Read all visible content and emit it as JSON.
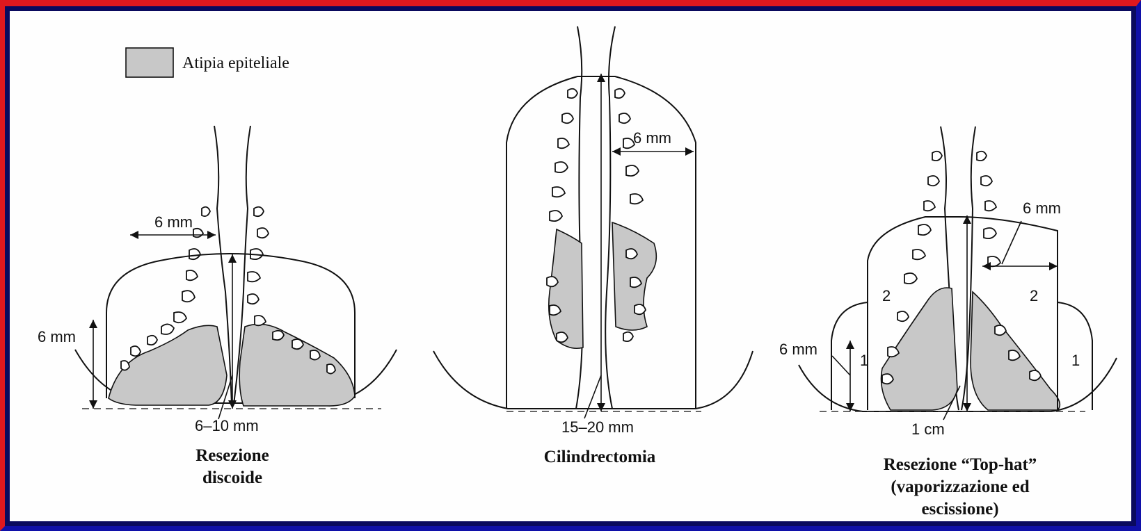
{
  "legend": {
    "label": "Atipia epiteliale"
  },
  "panels": [
    {
      "caption_lines": [
        "Resezione",
        "discoide"
      ],
      "dims": {
        "radial": "6 mm",
        "height": "6 mm",
        "depth": "6–10 mm"
      }
    },
    {
      "caption_lines": [
        "Cilindrectomia"
      ],
      "dims": {
        "radial": "6 mm",
        "depth": "15–20 mm"
      }
    },
    {
      "caption_lines": [
        "Resezione “Top-hat”",
        "(vaporizzazione ed",
        "escissione)"
      ],
      "dims": {
        "radial": "6 mm",
        "height": "6 mm",
        "depth": "1 cm",
        "zone_inner": "2",
        "zone_outer": "1"
      }
    }
  ],
  "colors": {
    "frame_top_left": "#e0181e",
    "frame_bottom_right": "#1010a8",
    "background": "#0a0a5e",
    "shading": "#c8c8c8"
  }
}
